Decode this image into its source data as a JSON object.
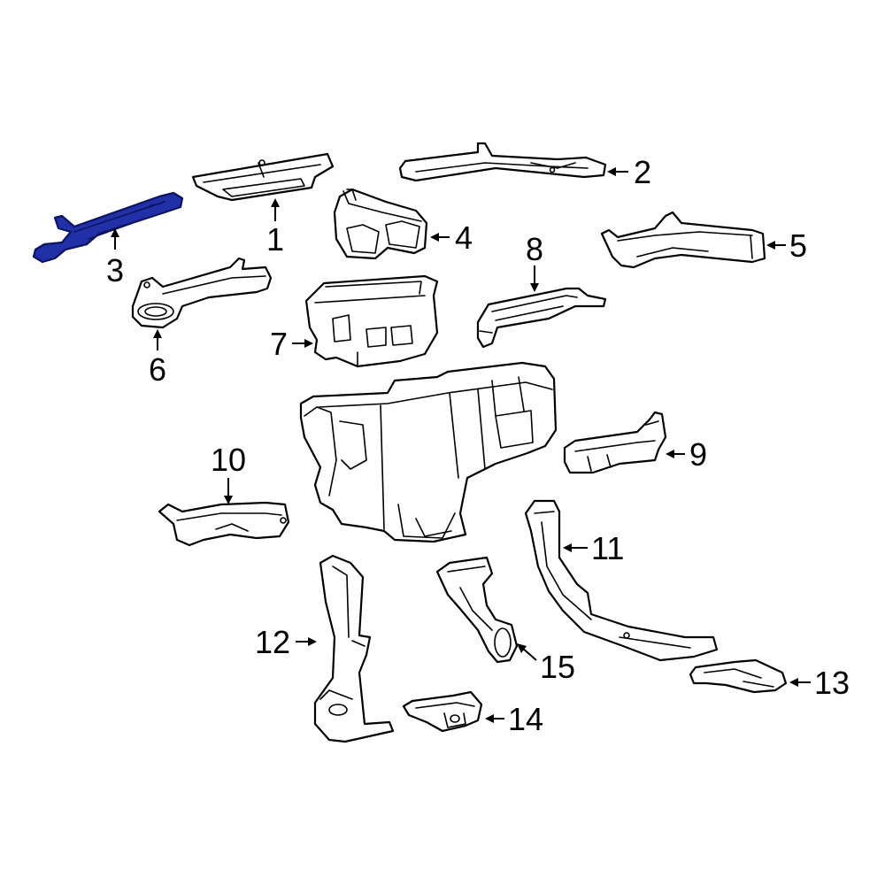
{
  "colors": {
    "background": "#ffffff",
    "line": "#000000",
    "highlight_fill": "#2230a8",
    "highlight_stroke": "#0b1460"
  },
  "highlighted_part": "3",
  "callouts": [
    {
      "id": "1",
      "label": "1"
    },
    {
      "id": "2",
      "label": "2"
    },
    {
      "id": "3",
      "label": "3"
    },
    {
      "id": "4",
      "label": "4"
    },
    {
      "id": "5",
      "label": "5"
    },
    {
      "id": "6",
      "label": "6"
    },
    {
      "id": "7",
      "label": "7"
    },
    {
      "id": "8",
      "label": "8"
    },
    {
      "id": "9",
      "label": "9"
    },
    {
      "id": "10",
      "label": "10"
    },
    {
      "id": "11",
      "label": "11"
    },
    {
      "id": "12",
      "label": "12"
    },
    {
      "id": "13",
      "label": "13"
    },
    {
      "id": "14",
      "label": "14"
    },
    {
      "id": "15",
      "label": "15"
    }
  ]
}
